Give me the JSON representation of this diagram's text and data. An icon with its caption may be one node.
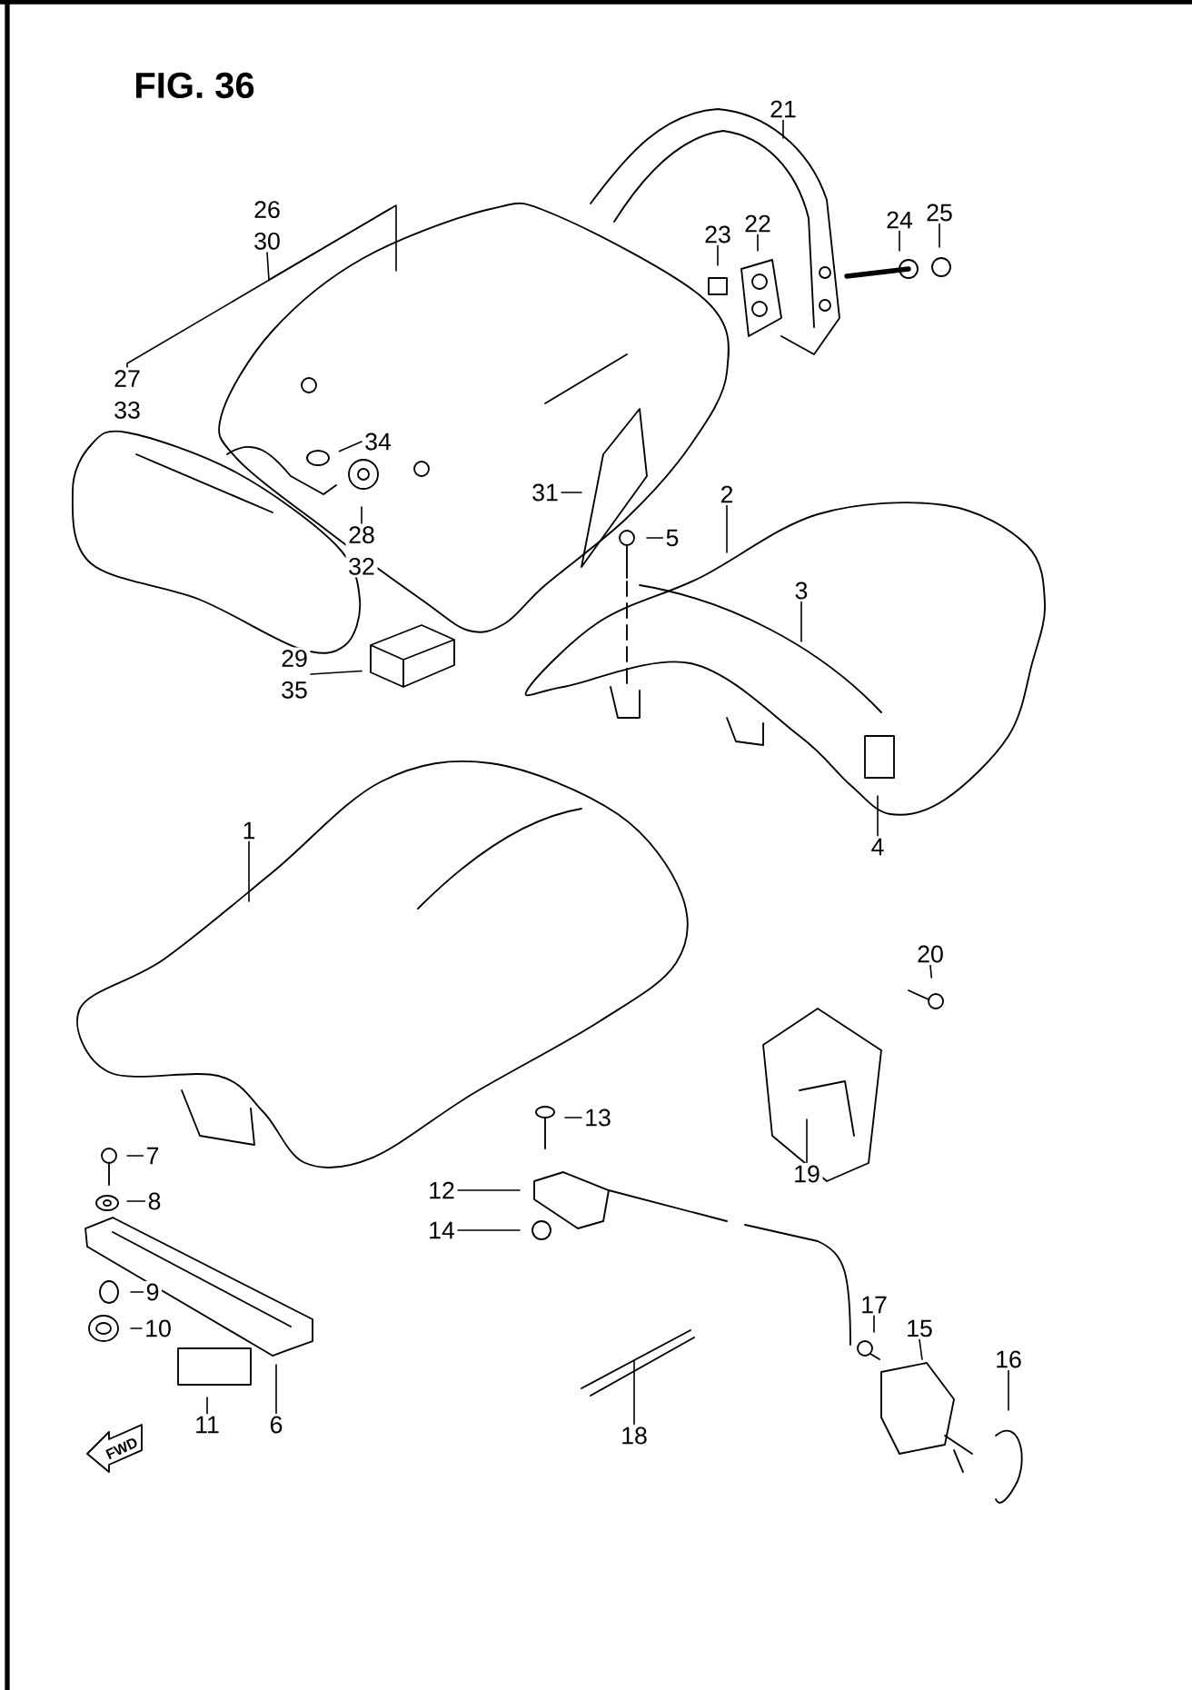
{
  "diagram": {
    "title": "FIG. 36",
    "nodes": [
      {
        "text": [
          "21"
        ]
      },
      {
        "text": [
          "26",
          "30"
        ]
      },
      {
        "text": [
          "25"
        ]
      },
      {
        "text": [
          "24"
        ]
      },
      {
        "text": [
          "22"
        ]
      },
      {
        "text": [
          "23"
        ]
      },
      {
        "text": [
          "27",
          "33"
        ]
      },
      {
        "text": [
          "34"
        ]
      },
      {
        "text": [
          "2"
        ]
      },
      {
        "text": [
          "31"
        ]
      },
      {
        "text": [
          "5"
        ]
      },
      {
        "text": [
          "28",
          "32"
        ]
      },
      {
        "text": [
          "3"
        ]
      },
      {
        "text": [
          "29",
          "35"
        ]
      },
      {
        "text": [
          "1"
        ]
      },
      {
        "text": [
          "4"
        ]
      },
      {
        "text": [
          "20"
        ]
      },
      {
        "text": [
          "13"
        ]
      },
      {
        "text": [
          "7"
        ]
      },
      {
        "text": [
          "12"
        ]
      },
      {
        "text": [
          "19"
        ]
      },
      {
        "text": [
          "8"
        ]
      },
      {
        "text": [
          "14"
        ]
      },
      {
        "text": [
          "9"
        ]
      },
      {
        "text": [
          "10"
        ]
      },
      {
        "text": [
          "17"
        ]
      },
      {
        "text": [
          "15"
        ]
      },
      {
        "text": [
          "16"
        ]
      },
      {
        "text": [
          "11"
        ]
      },
      {
        "text": [
          "6"
        ]
      },
      {
        "text": [
          "18"
        ]
      }
    ],
    "edges": [
      {
        "from": 0,
        "to": null,
        "arrow": "none"
      },
      {
        "from": 1,
        "to": null,
        "arrow": "none"
      },
      {
        "from": 2,
        "to": null,
        "arrow": "none"
      },
      {
        "from": 3,
        "to": null,
        "arrow": "none"
      },
      {
        "from": 4,
        "to": null,
        "arrow": "none"
      },
      {
        "from": 5,
        "to": null,
        "arrow": "none"
      },
      {
        "from": 6,
        "to": null,
        "arrow": "none"
      },
      {
        "from": 7,
        "to": null,
        "arrow": "none"
      },
      {
        "from": 8,
        "to": null,
        "arrow": "none"
      },
      {
        "from": 9,
        "to": null,
        "arrow": "none"
      },
      {
        "from": 10,
        "to": null,
        "arrow": "none"
      },
      {
        "from": 11,
        "to": null,
        "arrow": "none"
      },
      {
        "from": 12,
        "to": null,
        "arrow": "none"
      },
      {
        "from": 13,
        "to": null,
        "arrow": "none"
      },
      {
        "from": 14,
        "to": null,
        "arrow": "none"
      },
      {
        "from": 15,
        "to": null,
        "arrow": "none"
      },
      {
        "from": 16,
        "to": null,
        "arrow": "none"
      },
      {
        "from": 17,
        "to": null,
        "arrow": "none"
      },
      {
        "from": 18,
        "to": null,
        "arrow": "none"
      },
      {
        "from": 19,
        "to": null,
        "arrow": "none"
      },
      {
        "from": 20,
        "to": null,
        "arrow": "none"
      },
      {
        "from": 21,
        "to": null,
        "arrow": "none"
      },
      {
        "from": 22,
        "to": null,
        "arrow": "none"
      },
      {
        "from": 23,
        "to": null,
        "arrow": "none"
      },
      {
        "from": 24,
        "to": null,
        "arrow": "none"
      },
      {
        "from": 25,
        "to": null,
        "arrow": "none"
      },
      {
        "from": 26,
        "to": null,
        "arrow": "none"
      },
      {
        "from": 27,
        "to": null,
        "arrow": "none"
      },
      {
        "from": 28,
        "to": null,
        "arrow": "none"
      },
      {
        "from": 29,
        "to": null,
        "arrow": "none"
      },
      {
        "from": 30,
        "to": null,
        "arrow": "none"
      }
    ],
    "labels": [
      "FWD"
    ]
  }
}
